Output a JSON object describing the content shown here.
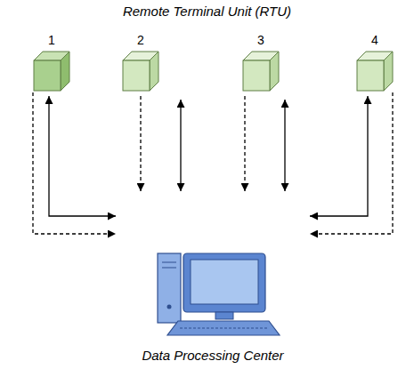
{
  "diagram": {
    "title": "Remote Terminal Unit (RTU)",
    "nodes": [
      {
        "text": [
          "1"
        ]
      },
      {
        "text": [
          "2"
        ]
      },
      {
        "text": [
          "3"
        ]
      },
      {
        "text": [
          "4"
        ]
      },
      {
        "text": [
          "Data Processing Center"
        ]
      }
    ],
    "edges": [
      {
        "from": 0,
        "to": 4,
        "arrow": "to"
      },
      {
        "from": 0,
        "to": 4,
        "arrow": "both"
      },
      {
        "from": 1,
        "to": 4,
        "arrow": "to"
      },
      {
        "from": 1,
        "to": 4,
        "arrow": "both"
      },
      {
        "from": 2,
        "to": 4,
        "arrow": "to"
      },
      {
        "from": 2,
        "to": 4,
        "arrow": "both"
      },
      {
        "from": 3,
        "to": 4,
        "arrow": "both"
      },
      {
        "from": 3,
        "to": 4,
        "arrow": "to"
      }
    ]
  }
}
